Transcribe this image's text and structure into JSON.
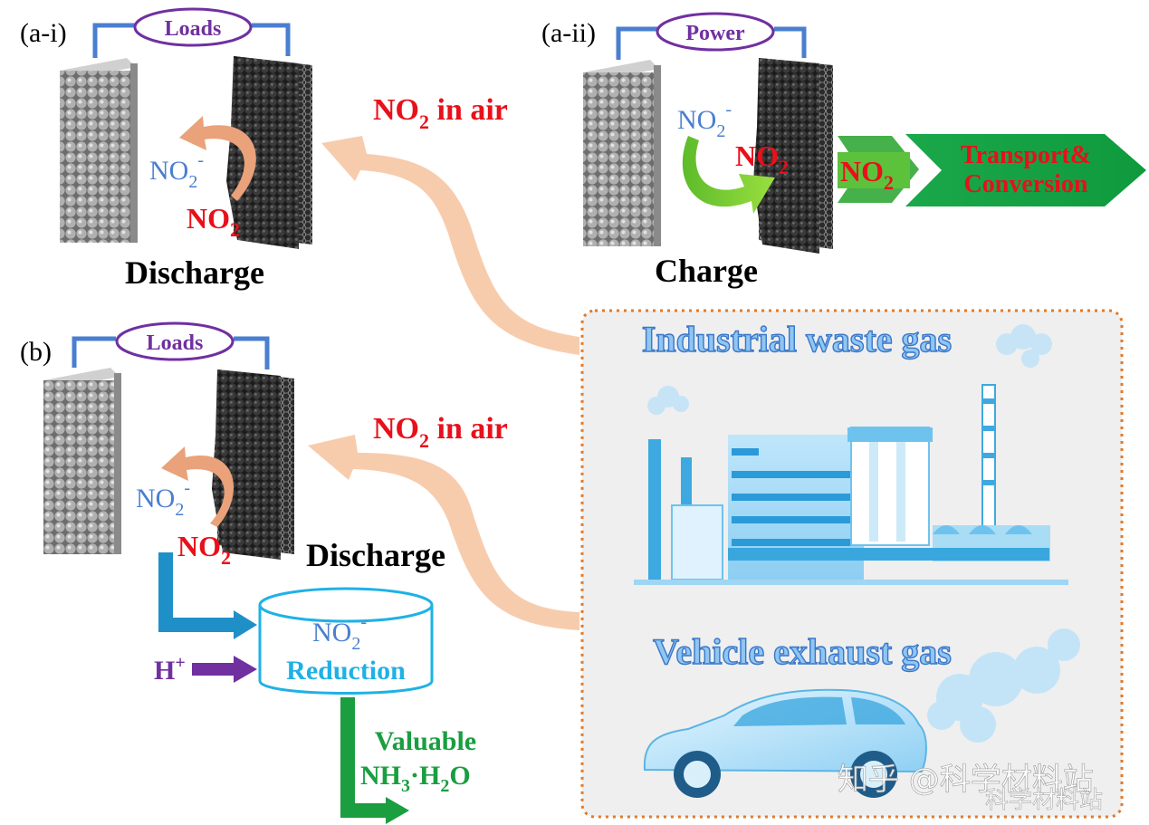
{
  "panels": {
    "a_i": {
      "tag": "(a-i)",
      "ring_label": "Loads",
      "caption": "Discharge",
      "no2": "NO",
      "no2_sub": "2",
      "nitrite": "NO",
      "nitrite_sub": "2",
      "nitrite_sup": "-"
    },
    "a_ii": {
      "tag": "(a-ii)",
      "ring_label": "Power",
      "caption": "Charge",
      "no2": "NO",
      "no2_sub": "2",
      "nitrite": "NO",
      "nitrite_sub": "2",
      "nitrite_sup": "-",
      "arrow_small": "NO",
      "arrow_small_sub": "2",
      "arrow_big_line1": "Transport&",
      "arrow_big_line2": "Conversion"
    },
    "b": {
      "tag": "(b)",
      "ring_label": "Loads",
      "caption": "Discharge",
      "no2": "NO",
      "no2_sub": "2",
      "nitrite": "NO",
      "nitrite_sub": "2",
      "nitrite_sup": "-",
      "tank_species": "NO",
      "tank_species_sub": "2",
      "tank_species_sup": "-",
      "tank_label": "Reduction",
      "proton": "H",
      "proton_sup": "+",
      "product_line1": "Valuable",
      "product_nh": "NH",
      "product_nh_sub": "3",
      "product_dot": "·H",
      "product_h_sub": "2",
      "product_o": "O"
    }
  },
  "air_labels": {
    "top": {
      "text": "NO",
      "sub": "2",
      "rest": " in air"
    },
    "bottom": {
      "text": "NO",
      "sub": "2",
      "rest": " in air"
    }
  },
  "sources": {
    "industrial": "Industrial waste gas",
    "vehicle": "Vehicle exhaust gas"
  },
  "watermark": {
    "line1": "知乎 @科学材料站",
    "line2": "科学材料站"
  },
  "colors": {
    "red": "#e8101a",
    "purple": "#7030a0",
    "nitrite_blue": "#4a7fd0",
    "green": "#1a9e40",
    "blue_bar": "#1f8fc8",
    "orange_arrow": "#f6c6a4",
    "panel_bg": "#efefef",
    "panel_border": "#e07a2a"
  }
}
